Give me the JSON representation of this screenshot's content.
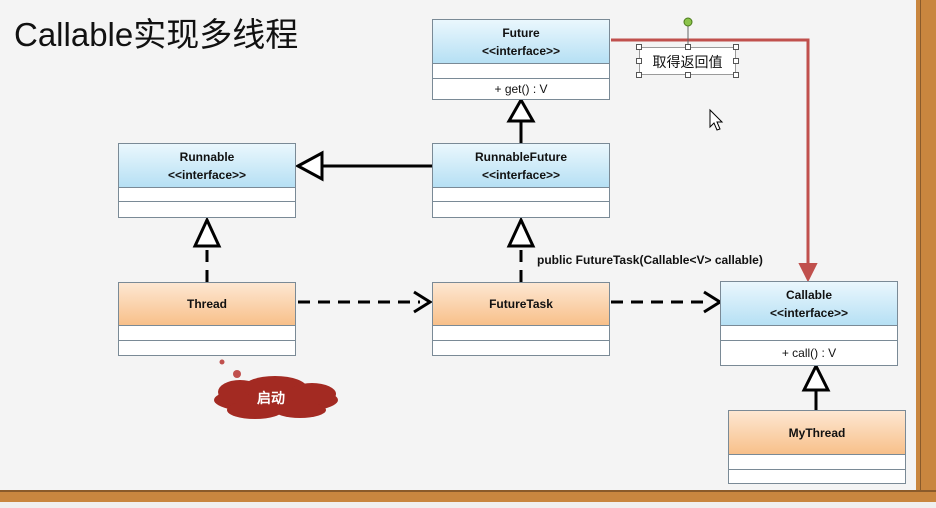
{
  "slide": {
    "title": "Callable实现多线程",
    "note": "取得返回值",
    "constructor_label": "public FutureTask(Callable<V> callable)",
    "cloud_label": "启动"
  },
  "classes": {
    "future": {
      "name": "Future",
      "stereotype": "<<interface>>",
      "method": "+ get() : V"
    },
    "runnable": {
      "name": "Runnable",
      "stereotype": "<<interface>>"
    },
    "runnable_future": {
      "name": "RunnableFuture",
      "stereotype": "<<interface>>"
    },
    "thread": {
      "name": "Thread"
    },
    "future_task": {
      "name": "FutureTask"
    },
    "callable": {
      "name": "Callable",
      "stereotype": "<<interface>>",
      "method": "+ call() : V"
    },
    "my_thread": {
      "name": "MyThread"
    }
  },
  "colors": {
    "interface_fill": "#b6e0f4",
    "class_fill": "#f8c08a",
    "highlight_arrow": "#c0504d",
    "cloud": "#a52a2a"
  }
}
